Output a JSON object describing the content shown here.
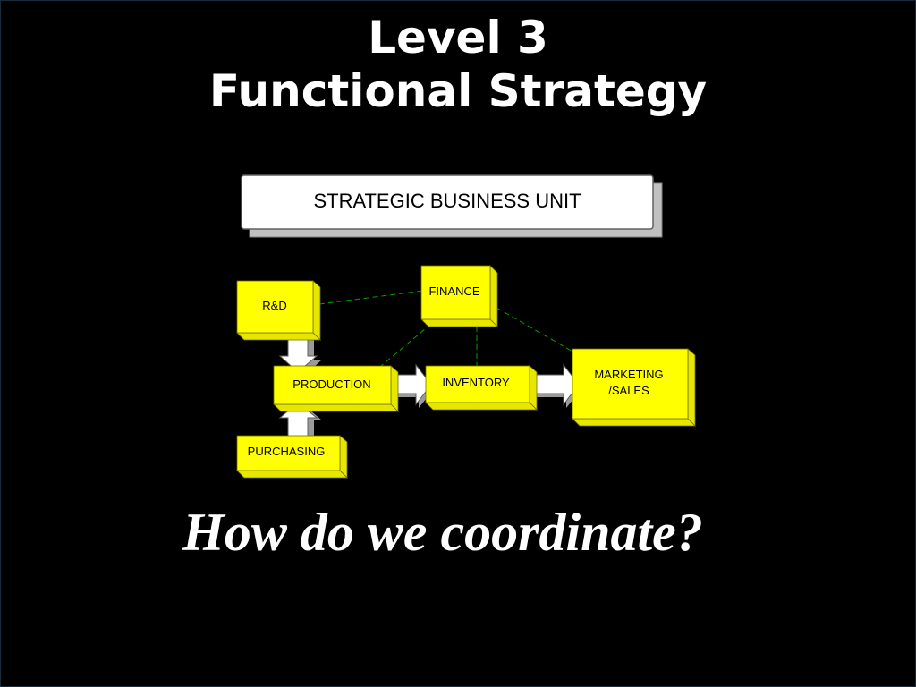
{
  "title": {
    "line1": "Level 3",
    "line2": "Functional Strategy"
  },
  "diagram": {
    "top_box": "STRATEGIC BUSINESS UNIT",
    "nodes": {
      "rd": "R&D",
      "finance": "FINANCE",
      "production": "PRODUCTION",
      "inventory": "INVENTORY",
      "marketing_line1": "MARKETING",
      "marketing_line2": "/SALES",
      "purchasing": "PURCHASING"
    }
  },
  "question": "How do we coordinate?",
  "colors": {
    "background": "#000000",
    "title": "#ffffff",
    "node_fill": "#ffff00",
    "node_side": "#e6e600",
    "connector": "#00a000",
    "arrow_fill": "#ffffff",
    "arrow_shade": "#9a9a9a"
  }
}
